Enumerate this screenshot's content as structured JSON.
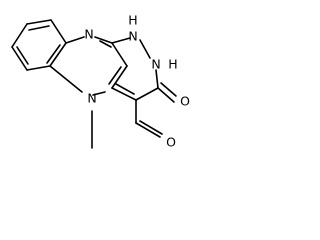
{
  "structure": {
    "atoms": {
      "n_top": "N",
      "nh_1": "N",
      "h_1": "H",
      "nh_2": "N",
      "h_2": "H",
      "o_ketone": "O",
      "n_methyl": "N",
      "methyl": "",
      "o_aldehyde": "O"
    }
  },
  "colors": {
    "bond": "#000000",
    "label": "#000000",
    "background": "#ffffff"
  }
}
